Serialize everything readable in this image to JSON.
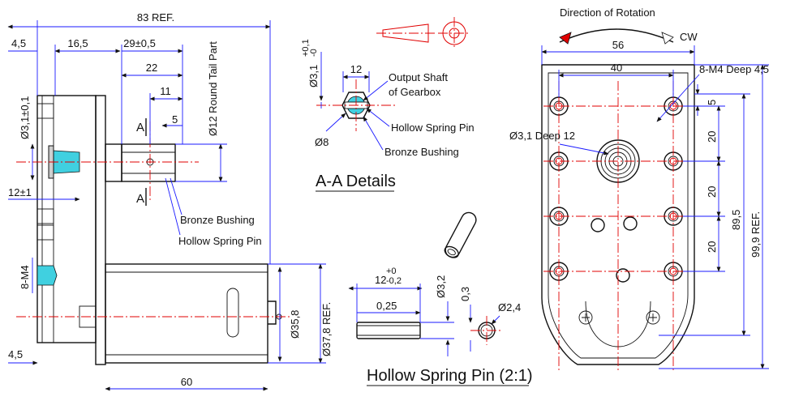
{
  "side_view": {
    "overall_length": "83 REF.",
    "dim_4_5_top": "4,5",
    "dim_16_5": "16,5",
    "dim_29": "29±0,5",
    "dim_22": "22",
    "dim_11": "11",
    "dim_5": "5",
    "round_tail": "Ø12 Round Tail Part",
    "section_mark": "A",
    "dim_shaft_dia": "Ø3,1±0,1",
    "dim_12": "12±1",
    "dim_thread": "8-M4",
    "dim_4_5_bottom": "4,5",
    "dim_60": "60",
    "dim_motor_dia": "Ø35,8",
    "dim_motor_ref": "Ø37,8 REF.",
    "label_bushing": "Bronze Bushing",
    "label_spring_pin": "Hollow Spring Pin"
  },
  "aa_detail": {
    "dim_bore": "Ø3,1",
    "tol_plus": "+0,1",
    "tol_minus": "-0",
    "dim_12": "12",
    "dim_8": "Ø8",
    "label_output_1": "Output Shaft",
    "label_output_2": "of Gearbox",
    "label_spring_pin": "Hollow Spring Pin",
    "label_bushing": "Bronze Bushing",
    "title": "A-A Details"
  },
  "spring_pin": {
    "dim_len": "12",
    "tol_plus": "+0",
    "tol_minus": "-0,2",
    "dim_025": "0,25",
    "dim_dia": "Ø3,2",
    "dim_03": "0,3",
    "dim_id": "Ø2,4",
    "title": "Hollow Spring Pin (2:1)"
  },
  "front_view": {
    "rotation_label": "Direction of Rotation",
    "cw": "CW",
    "dim_56": "56",
    "dim_40": "40",
    "holes_label": "8-M4 Deep 4,5",
    "center_hole": "Ø3,1 Deep 12",
    "dim_5": "5",
    "dim_20a": "20",
    "dim_20b": "20",
    "dim_20c": "20",
    "dim_89_5": "89,5",
    "dim_99_9": "99,9 REF."
  }
}
